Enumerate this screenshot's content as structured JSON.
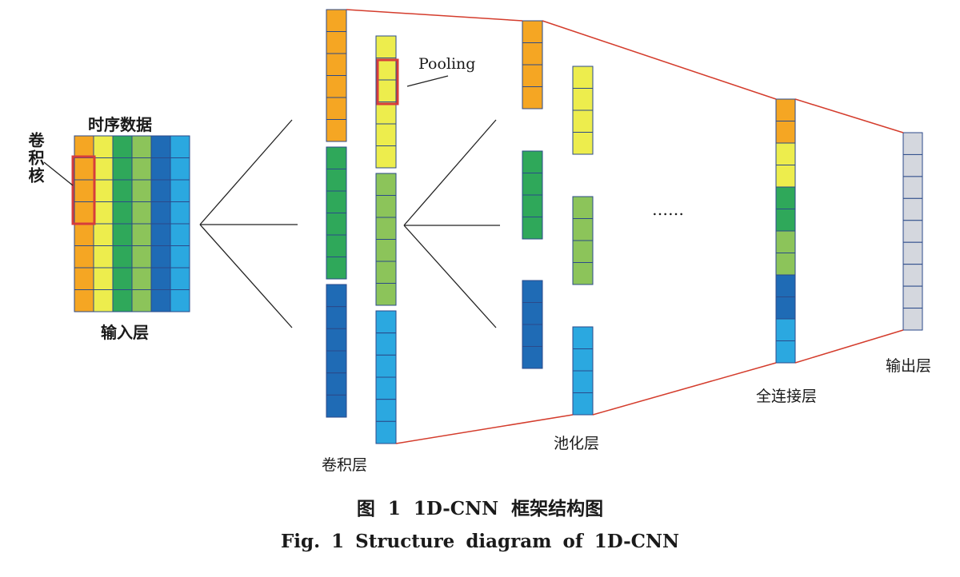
{
  "labels": {
    "input_title": "时序数据",
    "kernel": "卷积核",
    "input_layer": "输入层",
    "pooling": "Pooling",
    "conv_layer": "卷积层",
    "pool_layer": "池化层",
    "ellipsis": "……",
    "fc_layer": "全连接层",
    "output_layer": "输出层"
  },
  "caption": {
    "zh": "图 1 1D-CNN 框架结构图",
    "en": "Fig. 1 Structure diagram of 1D-CNN"
  },
  "colors": {
    "orange": "#f5a623",
    "yellow": "#eded4d",
    "green": "#2fa85a",
    "light_green": "#8cc45a",
    "dark_blue": "#1f6bb5",
    "light_blue": "#2ba8e0",
    "gray": "#d4d7de",
    "cell_border": "#2b4a8a",
    "highlight": "#d63c3c",
    "connector": "#d43c2c"
  }
}
